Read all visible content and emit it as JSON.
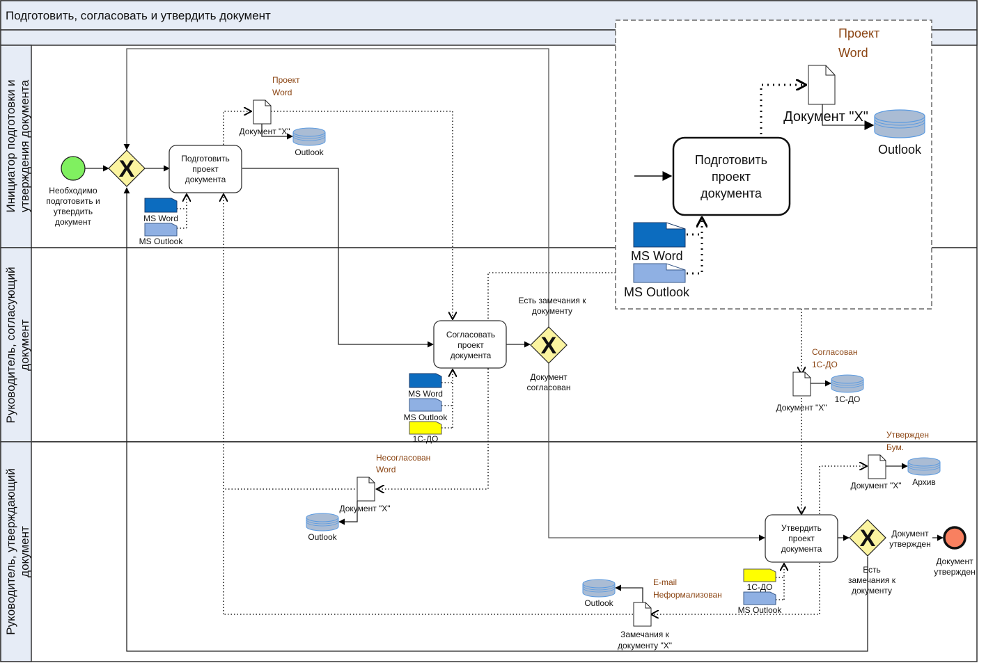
{
  "pool": {
    "title": "Подготовить, согласовать и утвердить документ",
    "header_fill": "#e6ecf6"
  },
  "lanes": [
    {
      "line1": "Инициатор подготовки и",
      "line2": "утверждения документа"
    },
    {
      "line1": "Руководитель, согласующий",
      "line2": "документ"
    },
    {
      "line1": "Руководитель, утверждающий",
      "line2": "документ"
    }
  ],
  "events": {
    "start": {
      "line1": "Необходимо",
      "line2": "подготовить и",
      "line3": "утвердить",
      "line4": "документ",
      "color": "#80f060"
    },
    "end": {
      "line1": "Документ",
      "line2": "утвержден",
      "color": "#f88060"
    }
  },
  "tasks": {
    "prepare": {
      "line1": "Подготовить",
      "line2": "проект",
      "line3": "документа"
    },
    "agree": {
      "line1": "Согласовать",
      "line2": "проект",
      "line3": "документа"
    },
    "approve": {
      "line1": "Утвердить",
      "line2": "проект",
      "line3": "документа"
    }
  },
  "gateways": {
    "symbol": "X",
    "color": "#fbf4a0",
    "agree_top": {
      "line1": "Есть замечания к",
      "line2": "документу"
    },
    "agree_bottom": {
      "line1": "Документ",
      "line2": "согласован"
    },
    "approve_right": {
      "line1": "Документ",
      "line2": "утвержден"
    },
    "approve_bottom": {
      "line1": "Есть",
      "line2": "замечания к",
      "line3": "документу"
    }
  },
  "data_objects": {
    "doc_prepare": {
      "label": "Документ \"X\"",
      "note1": "Проект",
      "note2": "Word"
    },
    "doc_agreed": {
      "label": "Документ \"X\"",
      "note1": "Согласован",
      "note2": "1С-ДО"
    },
    "doc_rejected": {
      "label": "Документ \"X\"",
      "note1": "Несогласован",
      "note2": "Word"
    },
    "doc_approved": {
      "label": "Документ \"X\"",
      "note1": "Утвержден",
      "note2": "Бум."
    },
    "doc_remarks": {
      "line1": "Замечания к",
      "line2": "документу \"X\"",
      "note1": "E-mail",
      "note2": "Неформализован"
    }
  },
  "stores": {
    "outlook": "Outlook",
    "do1c": "1С-ДО",
    "archive": "Архив"
  },
  "systems": {
    "ms_word": {
      "label": "MS Word",
      "color": "#0c6cbf"
    },
    "ms_outlook": {
      "label": "MS Outlook",
      "color": "#8fb0e3"
    },
    "do1c": {
      "label": "1С-ДО",
      "color": "#ffff00"
    }
  },
  "zoom_callout": {
    "doc_label": "Документ \"X\"",
    "note1": "Проект",
    "note2": "Word",
    "store_label": "Outlook",
    "task_line1": "Подготовить",
    "task_line2": "проект",
    "task_line3": "документа",
    "word_label": "MS Word",
    "outlook_label": "MS Outlook"
  }
}
